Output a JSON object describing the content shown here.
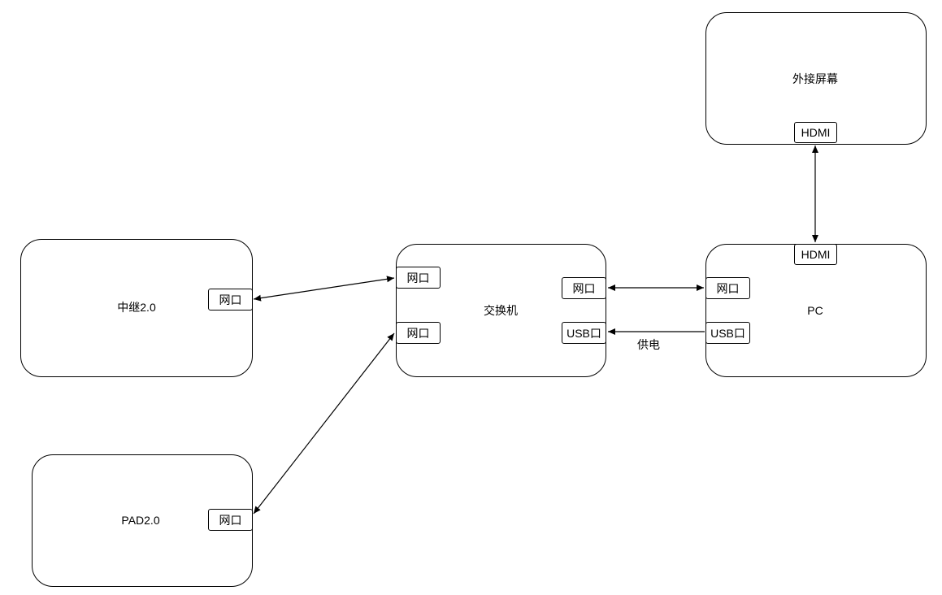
{
  "nodes": {
    "monitor": {
      "label": "外接屏幕",
      "port_hdmi": "HDMI"
    },
    "relay": {
      "label": "中继2.0",
      "port_net": "网口"
    },
    "switch": {
      "label": "交换机",
      "port_net_left_top": "网口",
      "port_net_left_bottom": "网口",
      "port_net_right": "网口",
      "port_usb": "USB口"
    },
    "pc": {
      "label": "PC",
      "port_hdmi": "HDMI",
      "port_net": "网口",
      "port_usb": "USB口"
    },
    "pad": {
      "label": "PAD2.0",
      "port_net": "网口"
    }
  },
  "edges": {
    "power_label": "供电"
  },
  "colors": {
    "stroke": "#000000",
    "fill": "#ffffff"
  }
}
